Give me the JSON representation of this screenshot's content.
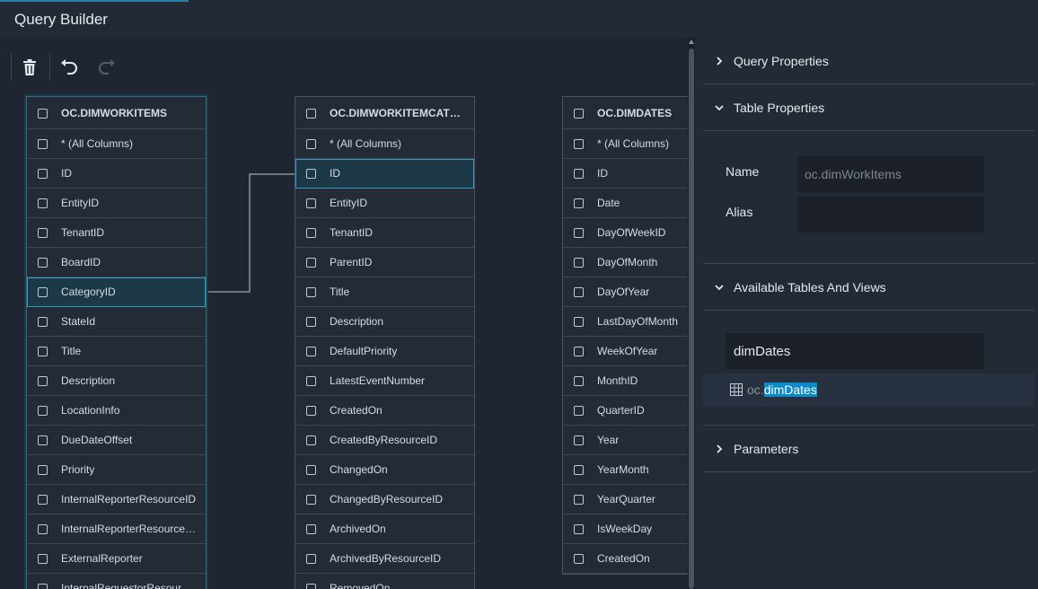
{
  "app": {
    "title": "Query Builder"
  },
  "toolbar": {
    "delete_icon": "trash-icon",
    "undo_icon": "undo-icon",
    "redo_icon": "redo-icon"
  },
  "tables": [
    {
      "name": "OC.DIMWORKITEMS",
      "columns": [
        "* (All Columns)",
        "ID",
        "EntityID",
        "TenantID",
        "BoardID",
        "CategoryID",
        "StateId",
        "Title",
        "Description",
        "LocationInfo",
        "DueDateOffset",
        "Priority",
        "InternalReporterResourceID",
        "InternalReporterResourceC...",
        "ExternalReporter",
        "InternalRequestorResource..."
      ]
    },
    {
      "name": "OC.DIMWORKITEMCATEGO...",
      "columns": [
        "* (All Columns)",
        "ID",
        "EntityID",
        "TenantID",
        "ParentID",
        "Title",
        "Description",
        "DefaultPriority",
        "LatestEventNumber",
        "CreatedOn",
        "CreatedByResourceID",
        "ChangedOn",
        "ChangedByResourceID",
        "ArchivedOn",
        "ArchivedByResourceID",
        "RemovedOn"
      ]
    },
    {
      "name": "OC.DIMDATES",
      "columns": [
        "* (All Columns)",
        "ID",
        "Date",
        "DayOfWeekID",
        "DayOfMonth",
        "DayOfYear",
        "LastDayOfMonth",
        "WeekOfYear",
        "MonthID",
        "QuarterID",
        "Year",
        "YearMonth",
        "YearQuarter",
        "IsWeekDay",
        "CreatedOn"
      ]
    }
  ],
  "panel": {
    "query_properties": "Query Properties",
    "table_properties": "Table Properties",
    "name_label": "Name",
    "name_value": "oc.dimWorkItems",
    "alias_label": "Alias",
    "alias_value": "",
    "available_tables": "Available Tables And Views",
    "search_value": "dimDates",
    "result_prefix": "oc.",
    "result_match": "dimDates",
    "parameters": "Parameters"
  },
  "colors": {
    "accent": "#3a98bb",
    "highlight": "#0a8ac8",
    "background": "#222a36"
  }
}
